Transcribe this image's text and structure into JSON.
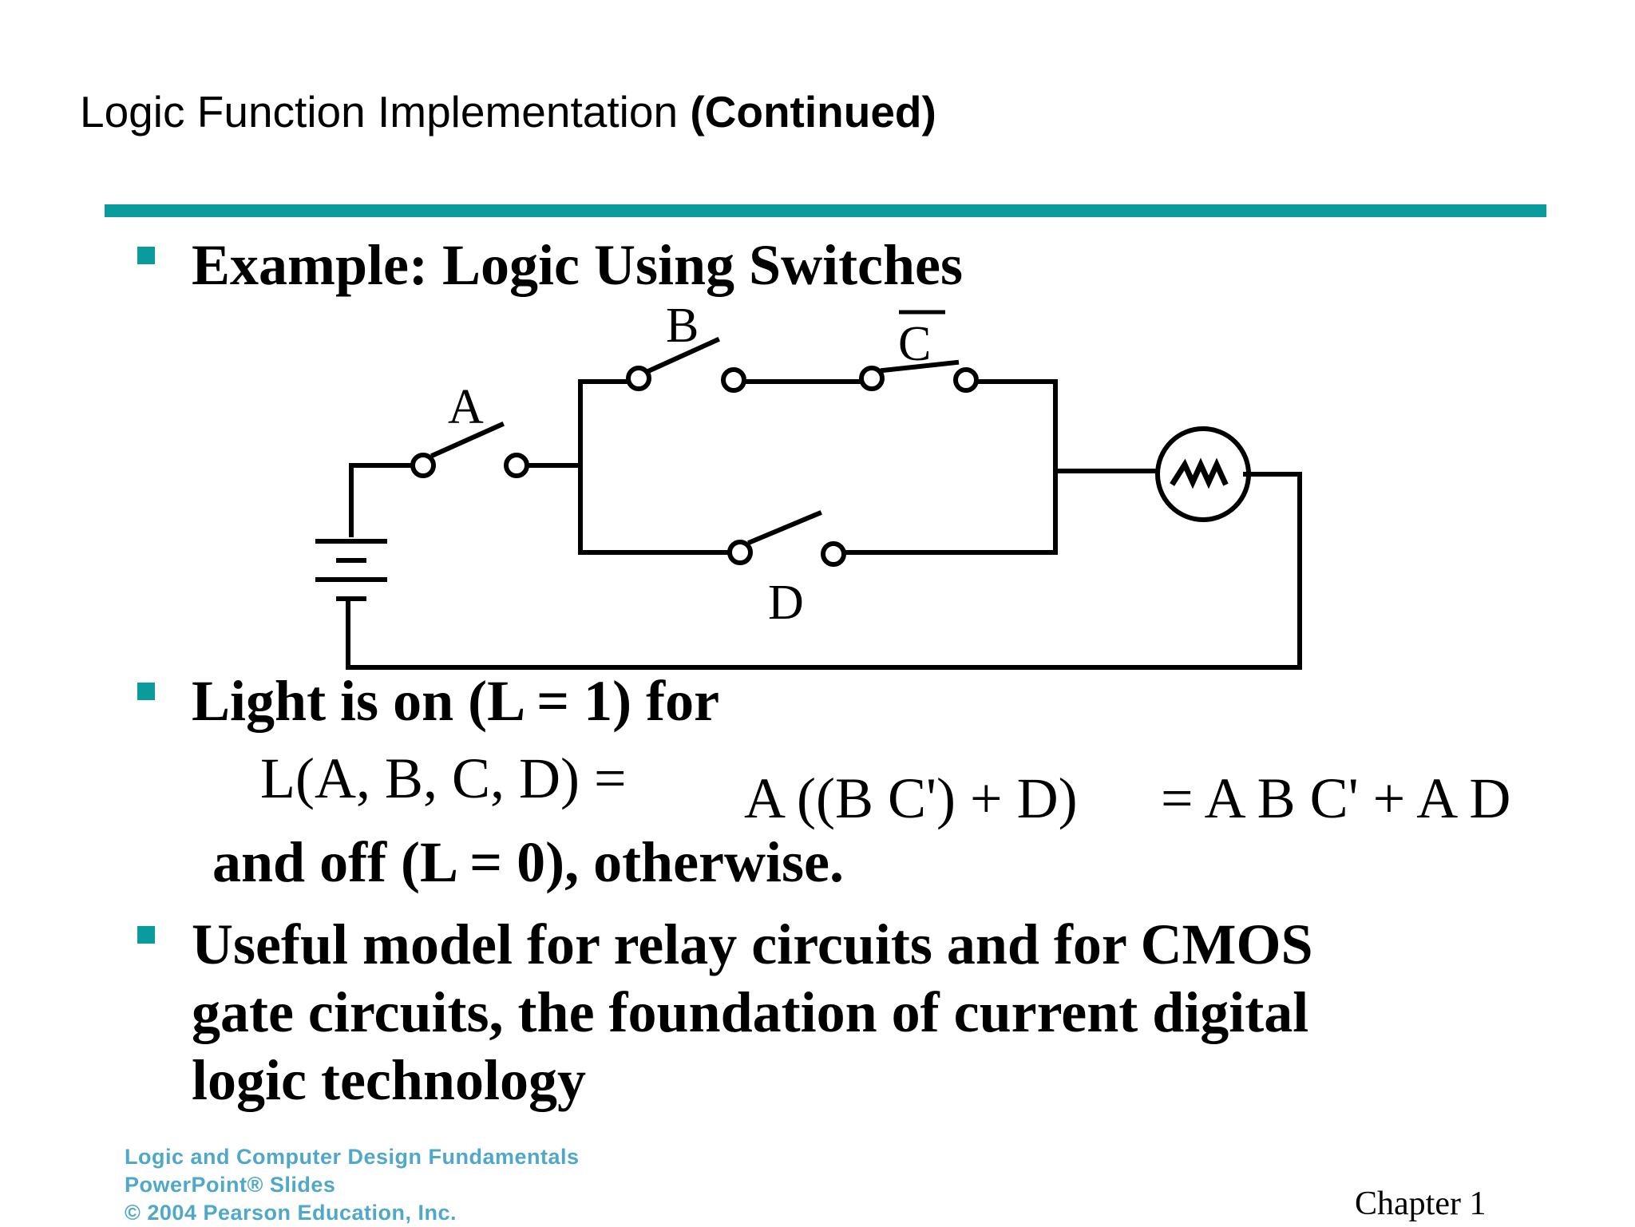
{
  "slide": {
    "title_main": "Logic Function Implementation",
    "title_suffix": "(Continued)"
  },
  "bullets": {
    "b1": "Example: Logic Using Switches",
    "b2": "Light is on (L = 1) for",
    "b2_eq_left": "L(A, B, C, D) =",
    "b2_eq_mid": "A ((B C') + D)",
    "b2_eq_right": "= A B C' + A D",
    "b2_cont": "and off (L = 0), otherwise.",
    "b3_line1": "Useful model for relay circuits and for CMOS",
    "b3_line2": "gate circuits, the foundation of current digital",
    "b3_line3": "logic technology"
  },
  "circuit": {
    "label_a": "A",
    "label_b": "B",
    "label_c": "C",
    "label_d": "D"
  },
  "footer": {
    "logo_line1": "Logic and Computer Design Fundamentals",
    "logo_line2": "PowerPoint® Slides",
    "logo_line3": "© 2004 Pearson Education, Inc.",
    "chapter": "Chapter 1"
  },
  "colors": {
    "accent": "#0a9c9c"
  }
}
